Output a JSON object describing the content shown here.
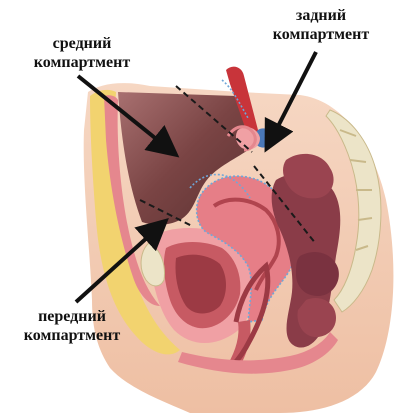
{
  "labels": {
    "middle": [
      "средний",
      "компартмент"
    ],
    "posterior": [
      "задний",
      "компартмент"
    ],
    "anterior": [
      "передний",
      "компартмент"
    ]
  },
  "colors": {
    "background": "#ffffff",
    "skin": "#f3cdb5",
    "fat": "#f2d36f",
    "muscle": "#e8838a",
    "peritoneal_cavity": "#7a4040",
    "uterus": "#e67e87",
    "bowel": "#8a3c48",
    "bone": "#ece4c8",
    "vessel_red": "#c8343a",
    "vessel_blue": "#4a78b8",
    "peritoneum_outline": "#6fa7d8",
    "dashed_line": "#1a1a1a",
    "arrow": "#111111"
  },
  "icons": {
    "arrow-middle": "arrow",
    "arrow-posterior": "arrow",
    "arrow-anterior": "arrow"
  }
}
